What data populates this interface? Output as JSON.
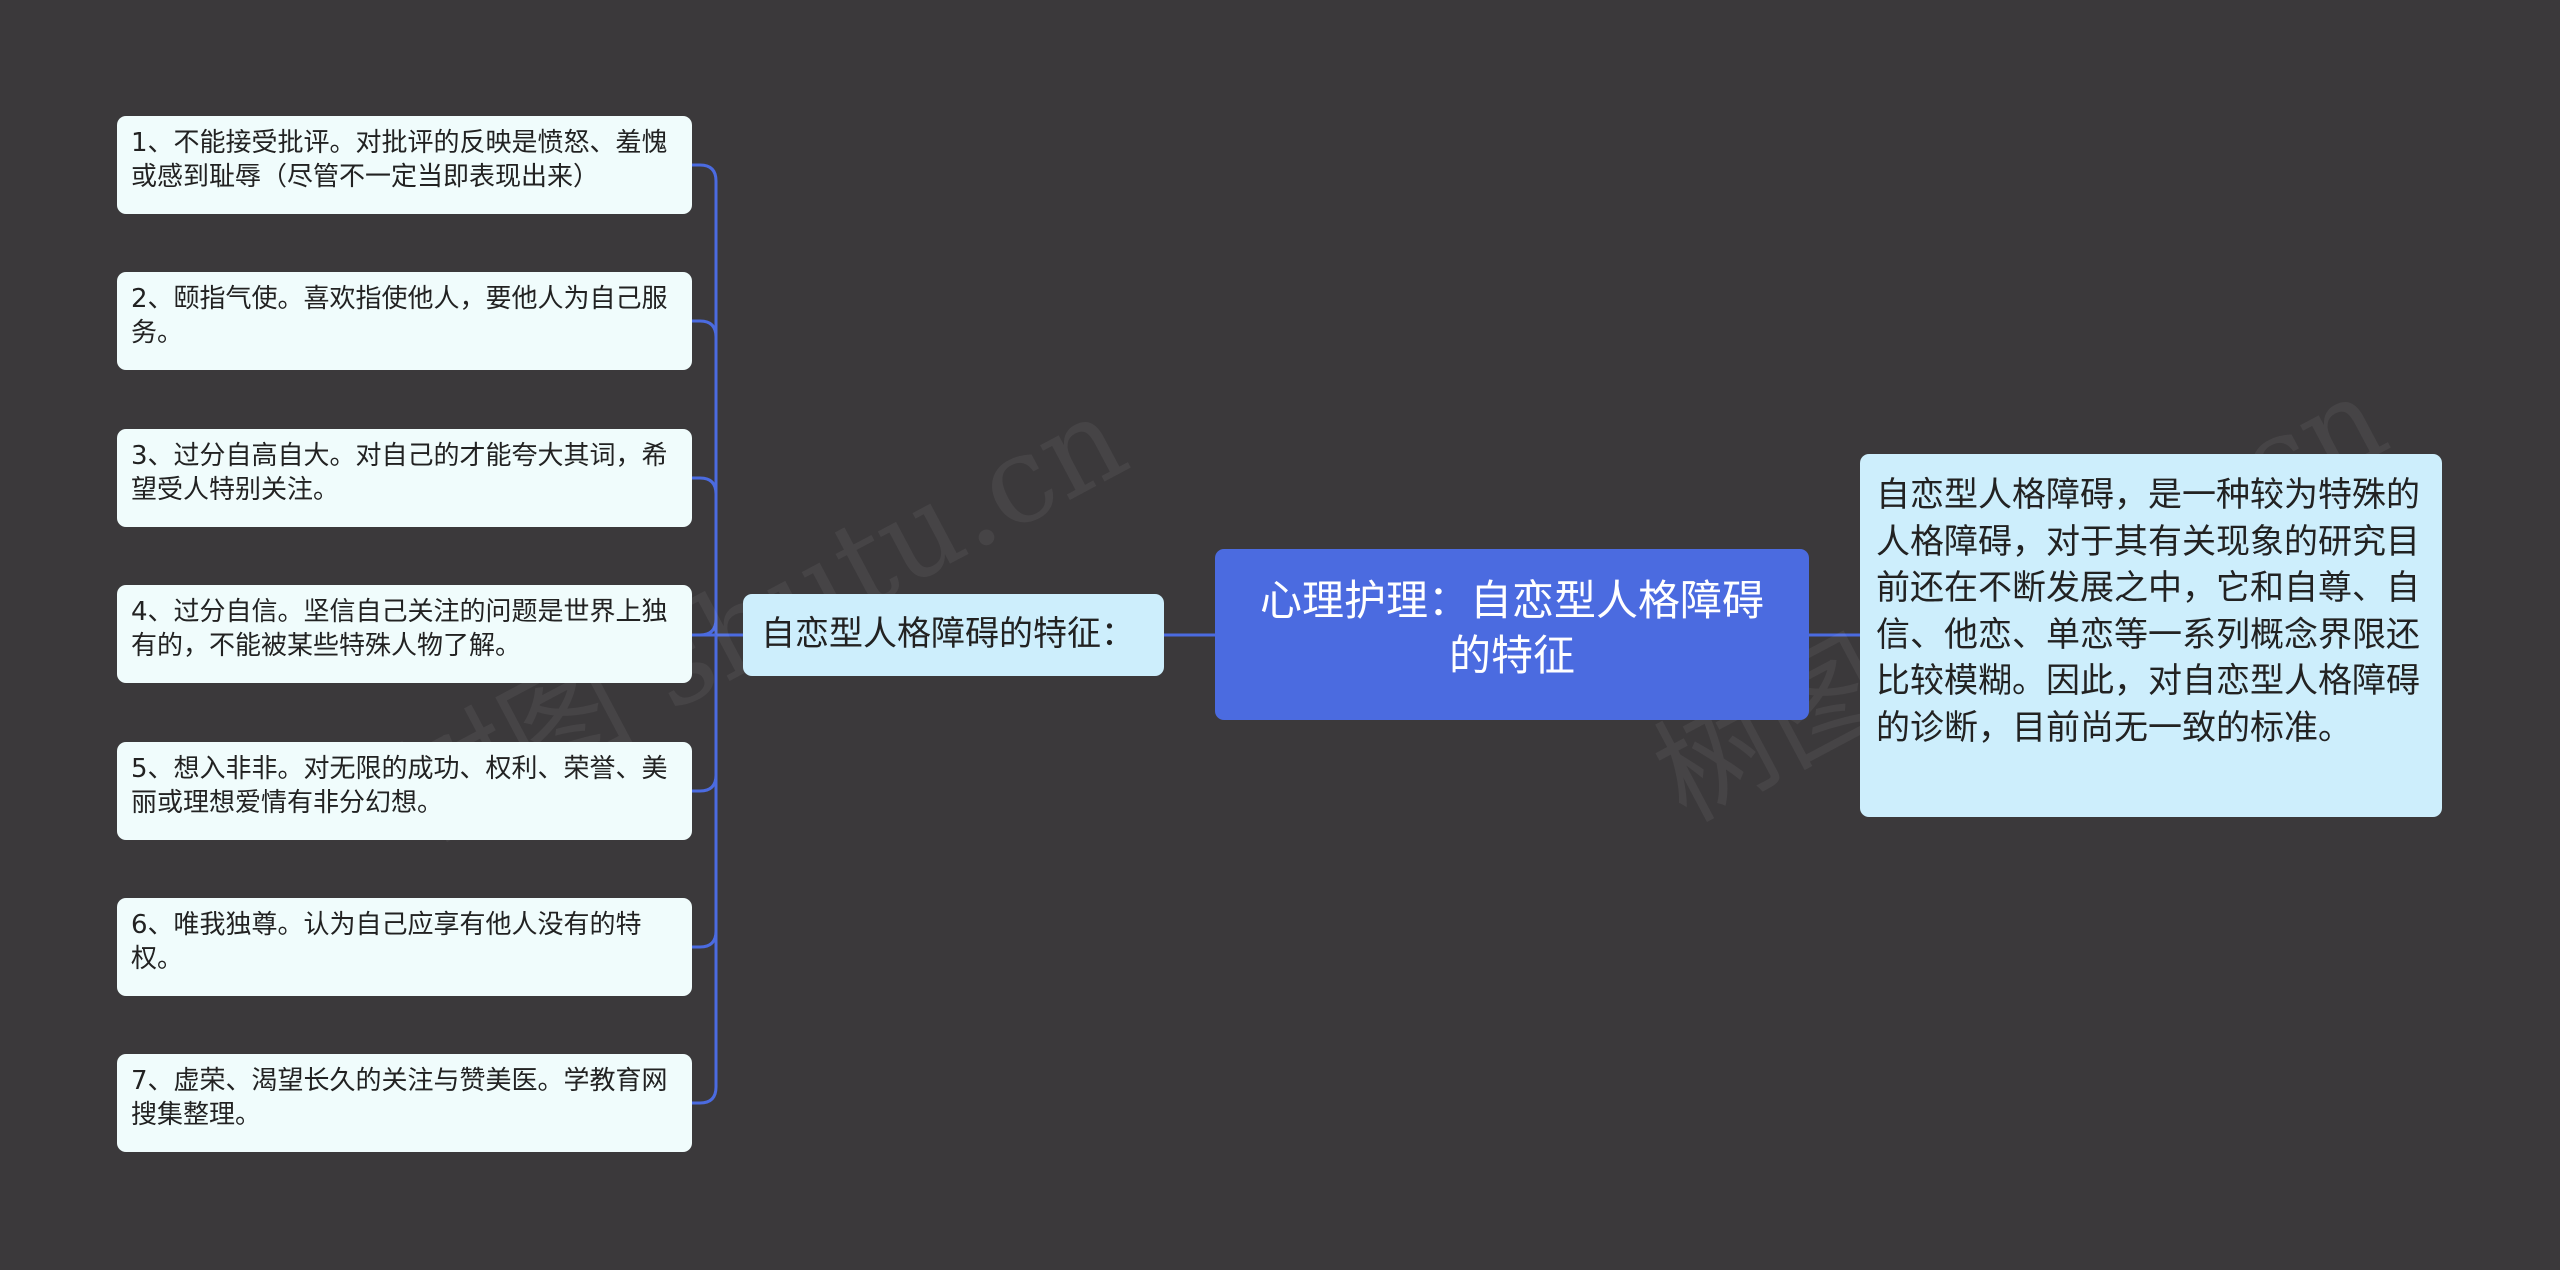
{
  "root": {
    "label": "心理护理：自恋型人格障碍的特征"
  },
  "branch": {
    "label": "自恋型人格障碍的特征："
  },
  "items": [
    "1、不能接受批评。对批评的反映是愤怒、羞愧或感到耻辱（尽管不一定当即表现出来）",
    "2、颐指气使。喜欢指使他人，要他人为自己服务。",
    "3、过分自高自大。对自己的才能夸大其词，希望受人特别关注。",
    "4、过分自信。坚信自己关注的问题是世界上独有的，不能被某些特殊人物了解。",
    "5、想入非非。对无限的成功、权利、荣誉、美丽或理想爱情有非分幻想。",
    "6、唯我独尊。认为自己应享有他人没有的特权。",
    "7、虚荣、渴望长久的关注与赞美医。学教育网搜集整理。"
  ],
  "description": {
    "text": "自恋型人格障碍，是一种较为特殊的人格障碍，对于其有关现象的研究目前还在不断发展之中，它和自尊、自信、他恋、单恋等一系列概念界限还比较模糊。因此，对自恋型人格障碍的诊断，目前尚无一致的标准。"
  },
  "watermarks": [
    "树图 shutu.cn",
    "树图 shutu.cn"
  ],
  "colors": {
    "background": "#3b393b",
    "connector": "#4b6be0",
    "root_fill": "#4b6be0",
    "branch_fill": "#cdeefc",
    "leaf_fill": "#f0fcfc"
  }
}
